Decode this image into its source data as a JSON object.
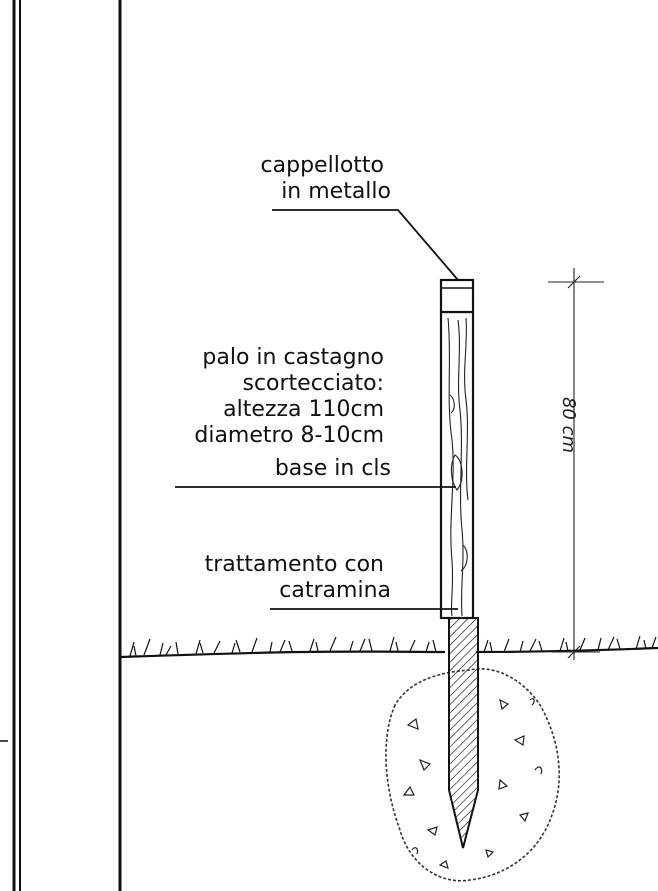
{
  "labels": {
    "cap": [
      "cappellotto",
      "in metallo"
    ],
    "post": [
      "palo in castagno",
      "scortecciato:",
      "altezza 110cm",
      "diametro 8-10cm",
      "base in cls"
    ],
    "treatment": [
      "trattamento con",
      "catramina"
    ]
  },
  "dimension": {
    "text": "80 cm"
  },
  "colors": {
    "ink": "#111111",
    "background": "#ffffff"
  }
}
